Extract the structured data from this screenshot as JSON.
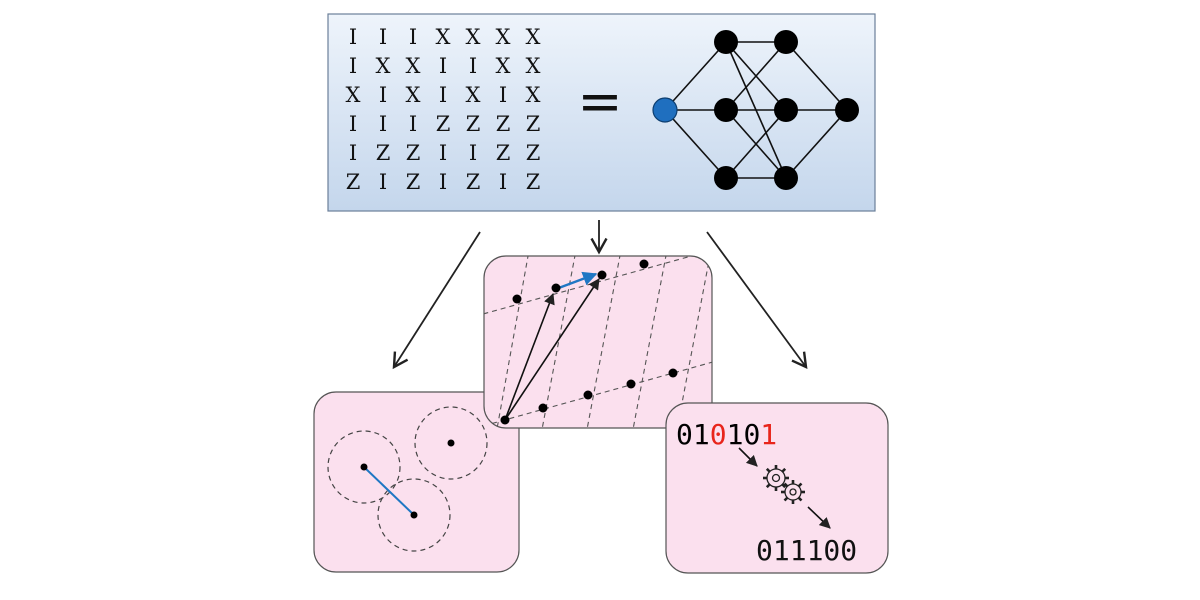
{
  "stabilizer_matrix": {
    "rows": [
      [
        "I",
        "I",
        "I",
        "X",
        "X",
        "X",
        "X"
      ],
      [
        "I",
        "X",
        "X",
        "I",
        "I",
        "X",
        "X"
      ],
      [
        "X",
        "I",
        "X",
        "I",
        "X",
        "I",
        "X"
      ],
      [
        "I",
        "I",
        "I",
        "Z",
        "Z",
        "Z",
        "Z"
      ],
      [
        "I",
        "Z",
        "Z",
        "I",
        "I",
        "Z",
        "Z"
      ],
      [
        "Z",
        "I",
        "Z",
        "I",
        "Z",
        "I",
        "Z"
      ]
    ],
    "equals_sign": "="
  },
  "graph": {
    "highlight_color": "#1f6fbf",
    "node_color": "#000000"
  },
  "code_panel": {
    "input_bits": [
      "0",
      "1",
      "0",
      "1",
      "0",
      "1"
    ],
    "input_bit_colors": [
      "#000000",
      "#000000",
      "#e8251b",
      "#000000",
      "#000000",
      "#e8251b"
    ],
    "output_bits": "011100"
  },
  "colors": {
    "top_panel_gradient_top": "#eef4fb",
    "top_panel_gradient_bottom": "#c4d6ec",
    "bottom_panel_fill": "#fbe0ee",
    "accent_blue": "#1f77c4",
    "error_red": "#e8251b"
  }
}
